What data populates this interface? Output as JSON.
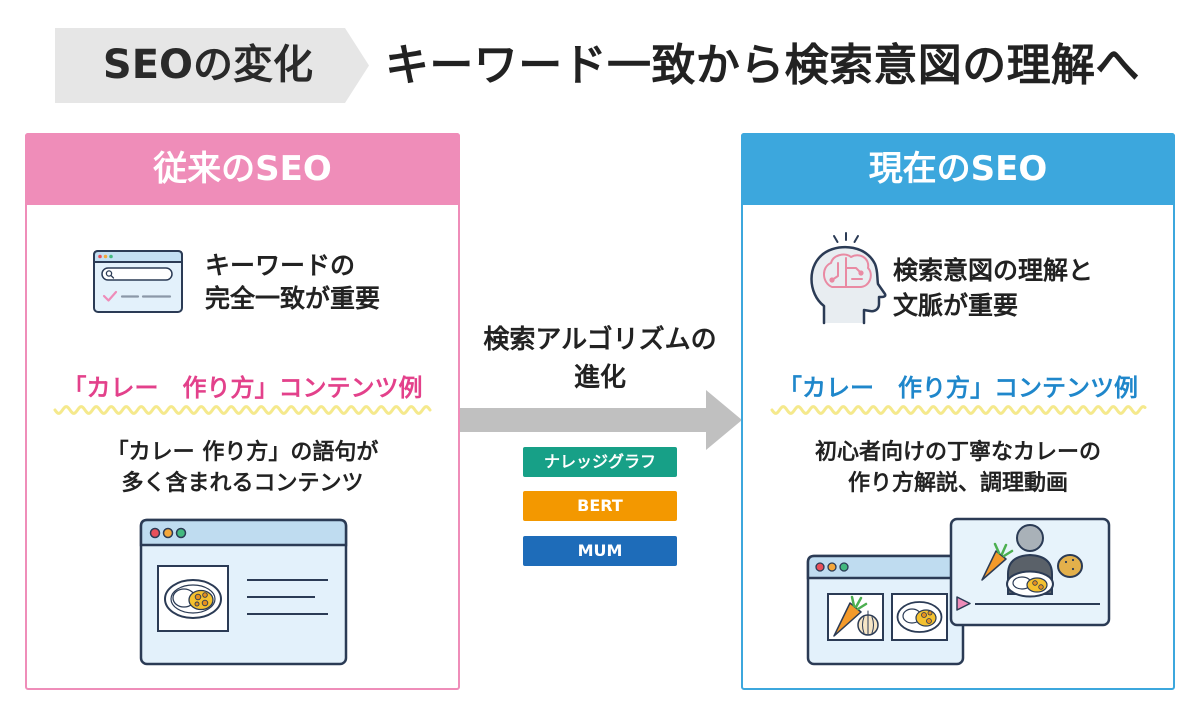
{
  "header": {
    "tag": "SEOの変化",
    "title": "キーワード一致から検索意図の理解へ"
  },
  "left": {
    "title": "従来のSEO",
    "point_icon": "browser-search-icon",
    "point_lines": [
      "キーワードの",
      "完全一致が重要"
    ],
    "example_label": "「カレー　作り方」コンテンツ例",
    "description_lines": [
      "「カレー 作り方」の語句が",
      "多く含まれるコンテンツ"
    ],
    "illustration_icons": [
      "browser-window-icon",
      "curry-plate-icon"
    ]
  },
  "middle": {
    "label_lines": [
      "検索アルゴリズムの",
      "進化"
    ],
    "arrow_icon": "right-arrow-icon",
    "badges": [
      {
        "label": "ナレッジグラフ",
        "color": "#17a087"
      },
      {
        "label": "BERT",
        "color": "#f39800"
      },
      {
        "label": "MUM",
        "color": "#1e6cb9"
      }
    ]
  },
  "right": {
    "title": "現在のSEO",
    "point_icon": "brain-head-icon",
    "point_lines": [
      "検索意図の理解と",
      "文脈が重要"
    ],
    "example_label": "「カレー　作り方」コンテンツ例",
    "description_lines": [
      "初心者向けの丁寧なカレーの",
      "作り方解説、調理動画"
    ],
    "illustration_icons": [
      "browser-window-icon",
      "carrot-icon",
      "onion-icon",
      "curry-plate-icon",
      "video-player-icon",
      "person-icon",
      "potato-icon",
      "play-icon"
    ]
  },
  "colors": {
    "left_accent": "#ef8db9",
    "left_text": "#e3418b",
    "right_accent": "#3ca7dd",
    "right_text": "#1f87cb",
    "underline": "#f5e98c",
    "arrow": "#c0c0c0",
    "tag_bg": "#e6e6e6"
  }
}
